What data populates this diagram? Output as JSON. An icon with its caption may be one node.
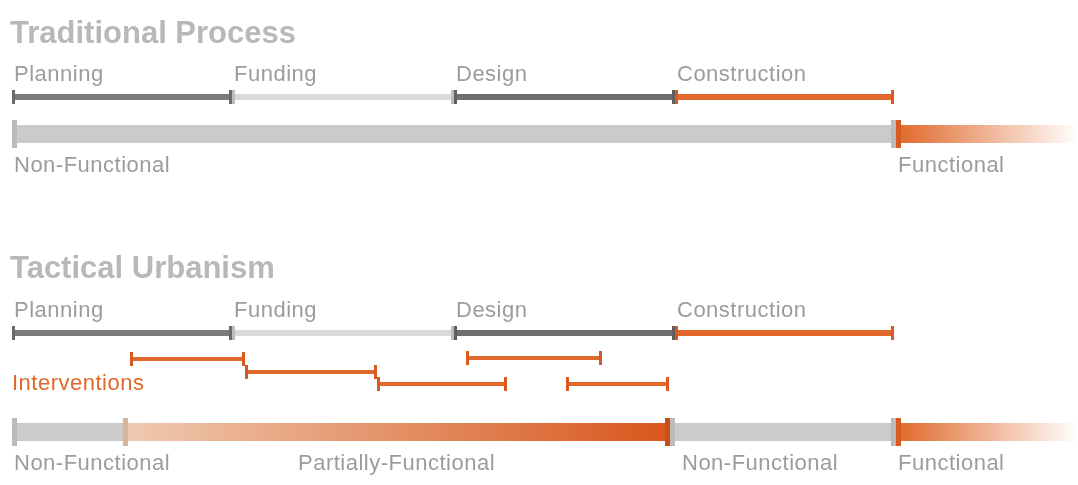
{
  "diagram": {
    "nodes": [
      {
        "text": [
          "Planning"
        ]
      },
      {
        "text": [
          "Funding"
        ]
      },
      {
        "text": [
          "Design"
        ]
      },
      {
        "text": [
          "Construction"
        ]
      },
      {
        "text": [
          "Non-Functional"
        ]
      },
      {
        "text": [
          "Functional"
        ]
      },
      {
        "text": [
          "Planning"
        ]
      },
      {
        "text": [
          "Funding"
        ]
      },
      {
        "text": [
          "Design"
        ]
      },
      {
        "text": [
          "Construction"
        ]
      },
      {
        "text": [],
        "shape": "bar"
      },
      {
        "text": [],
        "shape": "bar"
      },
      {
        "text": [],
        "shape": "bar"
      },
      {
        "text": [],
        "shape": "bar"
      },
      {
        "text": [],
        "shape": "bar"
      },
      {
        "text": [
          "Non-Functional"
        ]
      },
      {
        "text": [
          "Partially-Functional"
        ]
      },
      {
        "text": [
          "Non-Functional"
        ]
      },
      {
        "text": [
          "Functional"
        ]
      }
    ],
    "edges": [],
    "labels": [
      "Traditional Process",
      "Tactical Urbanism",
      "Interventions"
    ]
  }
}
